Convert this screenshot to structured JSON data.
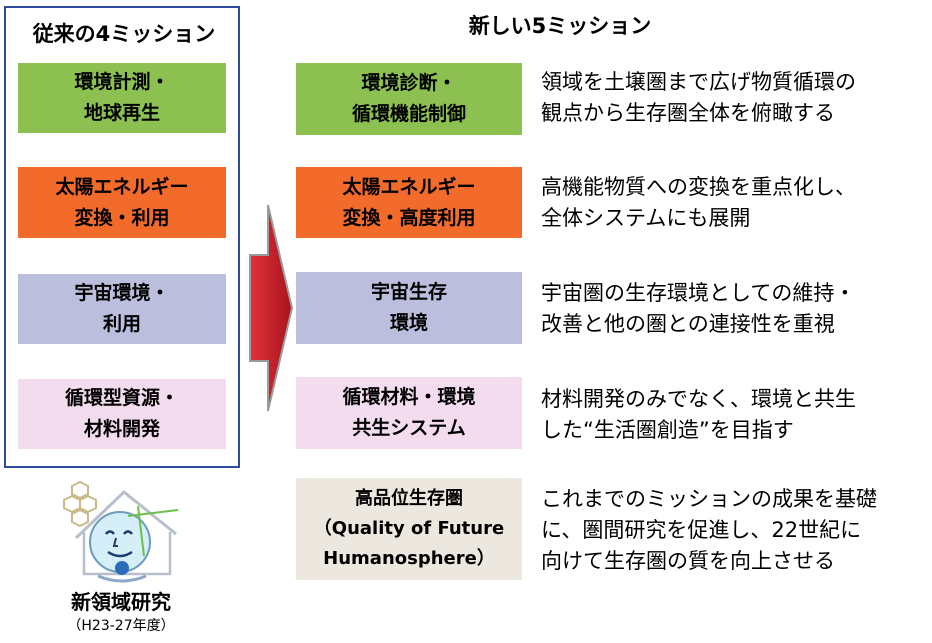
{
  "old": {
    "title": "従来の4ミッション",
    "missions": [
      {
        "label": "環境計測・\n地球再生",
        "color": "#8cc152"
      },
      {
        "label": "太陽エネルギー\n変換・利用",
        "color": "#f26b2a"
      },
      {
        "label": "宇宙環境・\n利用",
        "color": "#bcbede"
      },
      {
        "label": "循環型資源・\n材料開発",
        "color": "#f2dcee"
      }
    ]
  },
  "new": {
    "title": "新しい5ミッション",
    "missions": [
      {
        "label": "環境診断・\n循環機能制御",
        "color": "#8cc152",
        "desc": "領域を土壌圏まで広げ物質循環の\n観点から生存圏全体を俯瞰する"
      },
      {
        "label": "太陽エネルギー\n変換・高度利用",
        "color": "#f26b2a",
        "desc": "高機能物質への変換を重点化し、\n全体システムにも展開"
      },
      {
        "label": "宇宙生存\n環境",
        "color": "#bcbede",
        "desc": "宇宙圏の生存環境としての維持・\n改善と他の圏との連接性を重視"
      },
      {
        "label": "循環材料・環境\n共生システム",
        "color": "#f2dcee",
        "desc": "材料開発のみでなく、環境と共生\nした“生活圏創造”を目指す"
      },
      {
        "label": "高品位生存圏\n（Quality of Future\nHumanosphere）",
        "color": "#ede8df",
        "desc": "これまでのミッションの成果を基礎\nに、圏間研究を促進し、22世紀に\n向けて生存圏の質を向上させる"
      }
    ]
  },
  "logo": {
    "icon": "humanosphere-face-logo-icon",
    "caption": "新領域研究",
    "period": "（H23-27年度）"
  },
  "arrow": {
    "color": "#c0202a",
    "icon": "right-arrow-icon"
  }
}
